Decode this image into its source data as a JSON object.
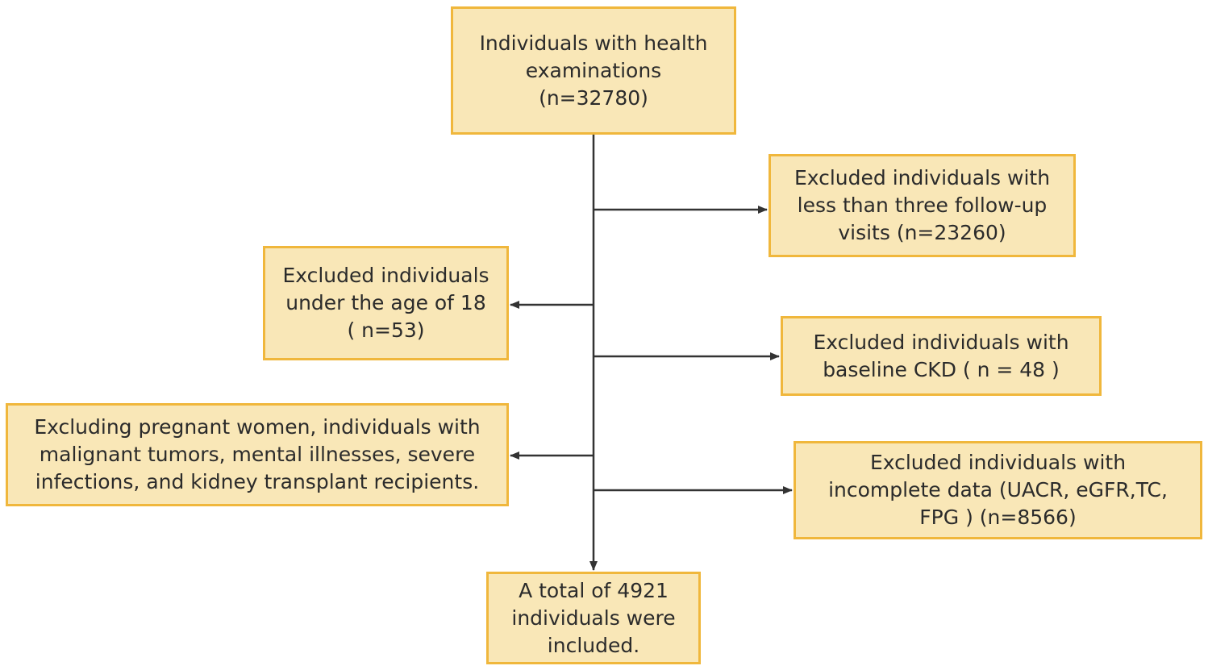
{
  "flowchart": {
    "start": {
      "lines": [
        "Individuals with health",
        "examinations",
        "(n=32780)"
      ]
    },
    "exclusions": [
      {
        "id": "follow-up",
        "lines": [
          "Excluded individuals with",
          "less than three follow-up",
          "visits (n=23260)"
        ]
      },
      {
        "id": "age",
        "lines": [
          "Excluded individuals",
          "under the age of 18",
          "( n=53)"
        ]
      },
      {
        "id": "ckd",
        "lines": [
          "Excluded individuals with",
          "baseline CKD ( n = 48 )"
        ]
      },
      {
        "id": "pregnant",
        "lines": [
          "Excluding pregnant women, individuals with",
          "malignant tumors, mental illnesses, severe",
          "infections, and kidney transplant recipients."
        ]
      },
      {
        "id": "incomplete",
        "lines": [
          "Excluded individuals with",
          "incomplete data (UACR, eGFR,TC,",
          "FPG ) (n=8566)"
        ]
      }
    ],
    "final": {
      "lines": [
        "A total of 4921",
        "individuals were",
        "included."
      ]
    },
    "colors": {
      "box_fill": "#f9e7b7",
      "box_border": "#f0b73c",
      "arrow": "#333333",
      "text": "#2b2b2b"
    }
  }
}
